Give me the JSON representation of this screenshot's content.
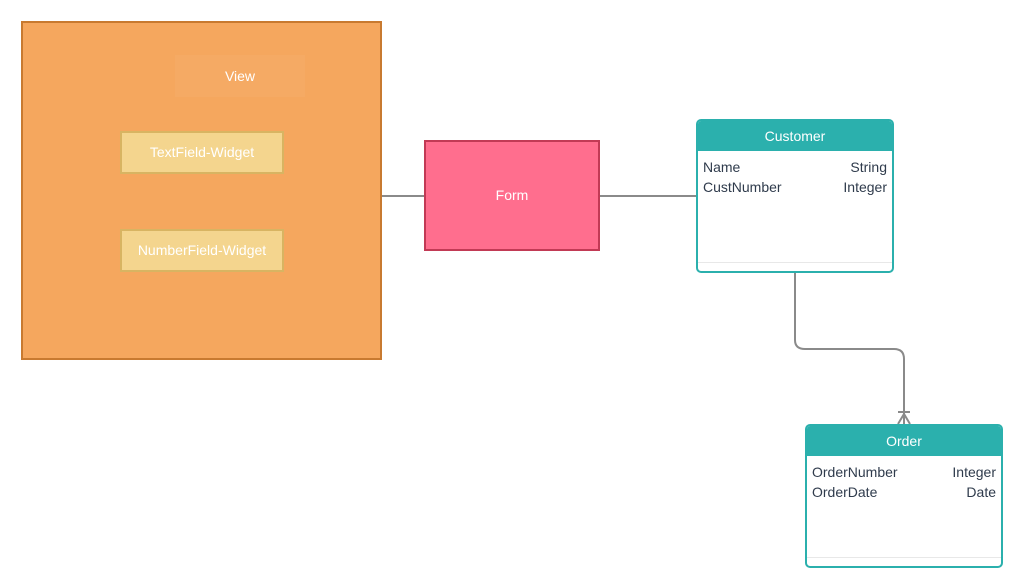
{
  "view": {
    "title": "View",
    "widgets": [
      {
        "label": "TextField-Widget"
      },
      {
        "label": "NumberField-Widget"
      }
    ]
  },
  "form": {
    "label": "Form"
  },
  "customer": {
    "title": "Customer",
    "attributes": [
      {
        "name": "Name",
        "type": "String"
      },
      {
        "name": "CustNumber",
        "type": "Integer"
      }
    ]
  },
  "order": {
    "title": "Order",
    "attributes": [
      {
        "name": "OrderNumber",
        "type": "Integer"
      },
      {
        "name": "OrderDate",
        "type": "Date"
      }
    ]
  },
  "colors": {
    "view_fill": "#f5a75e",
    "widget_fill": "#f4d58e",
    "form_fill": "#ff6e8e",
    "entity_header": "#2bb0ad",
    "connector": "#8a8a8a"
  }
}
